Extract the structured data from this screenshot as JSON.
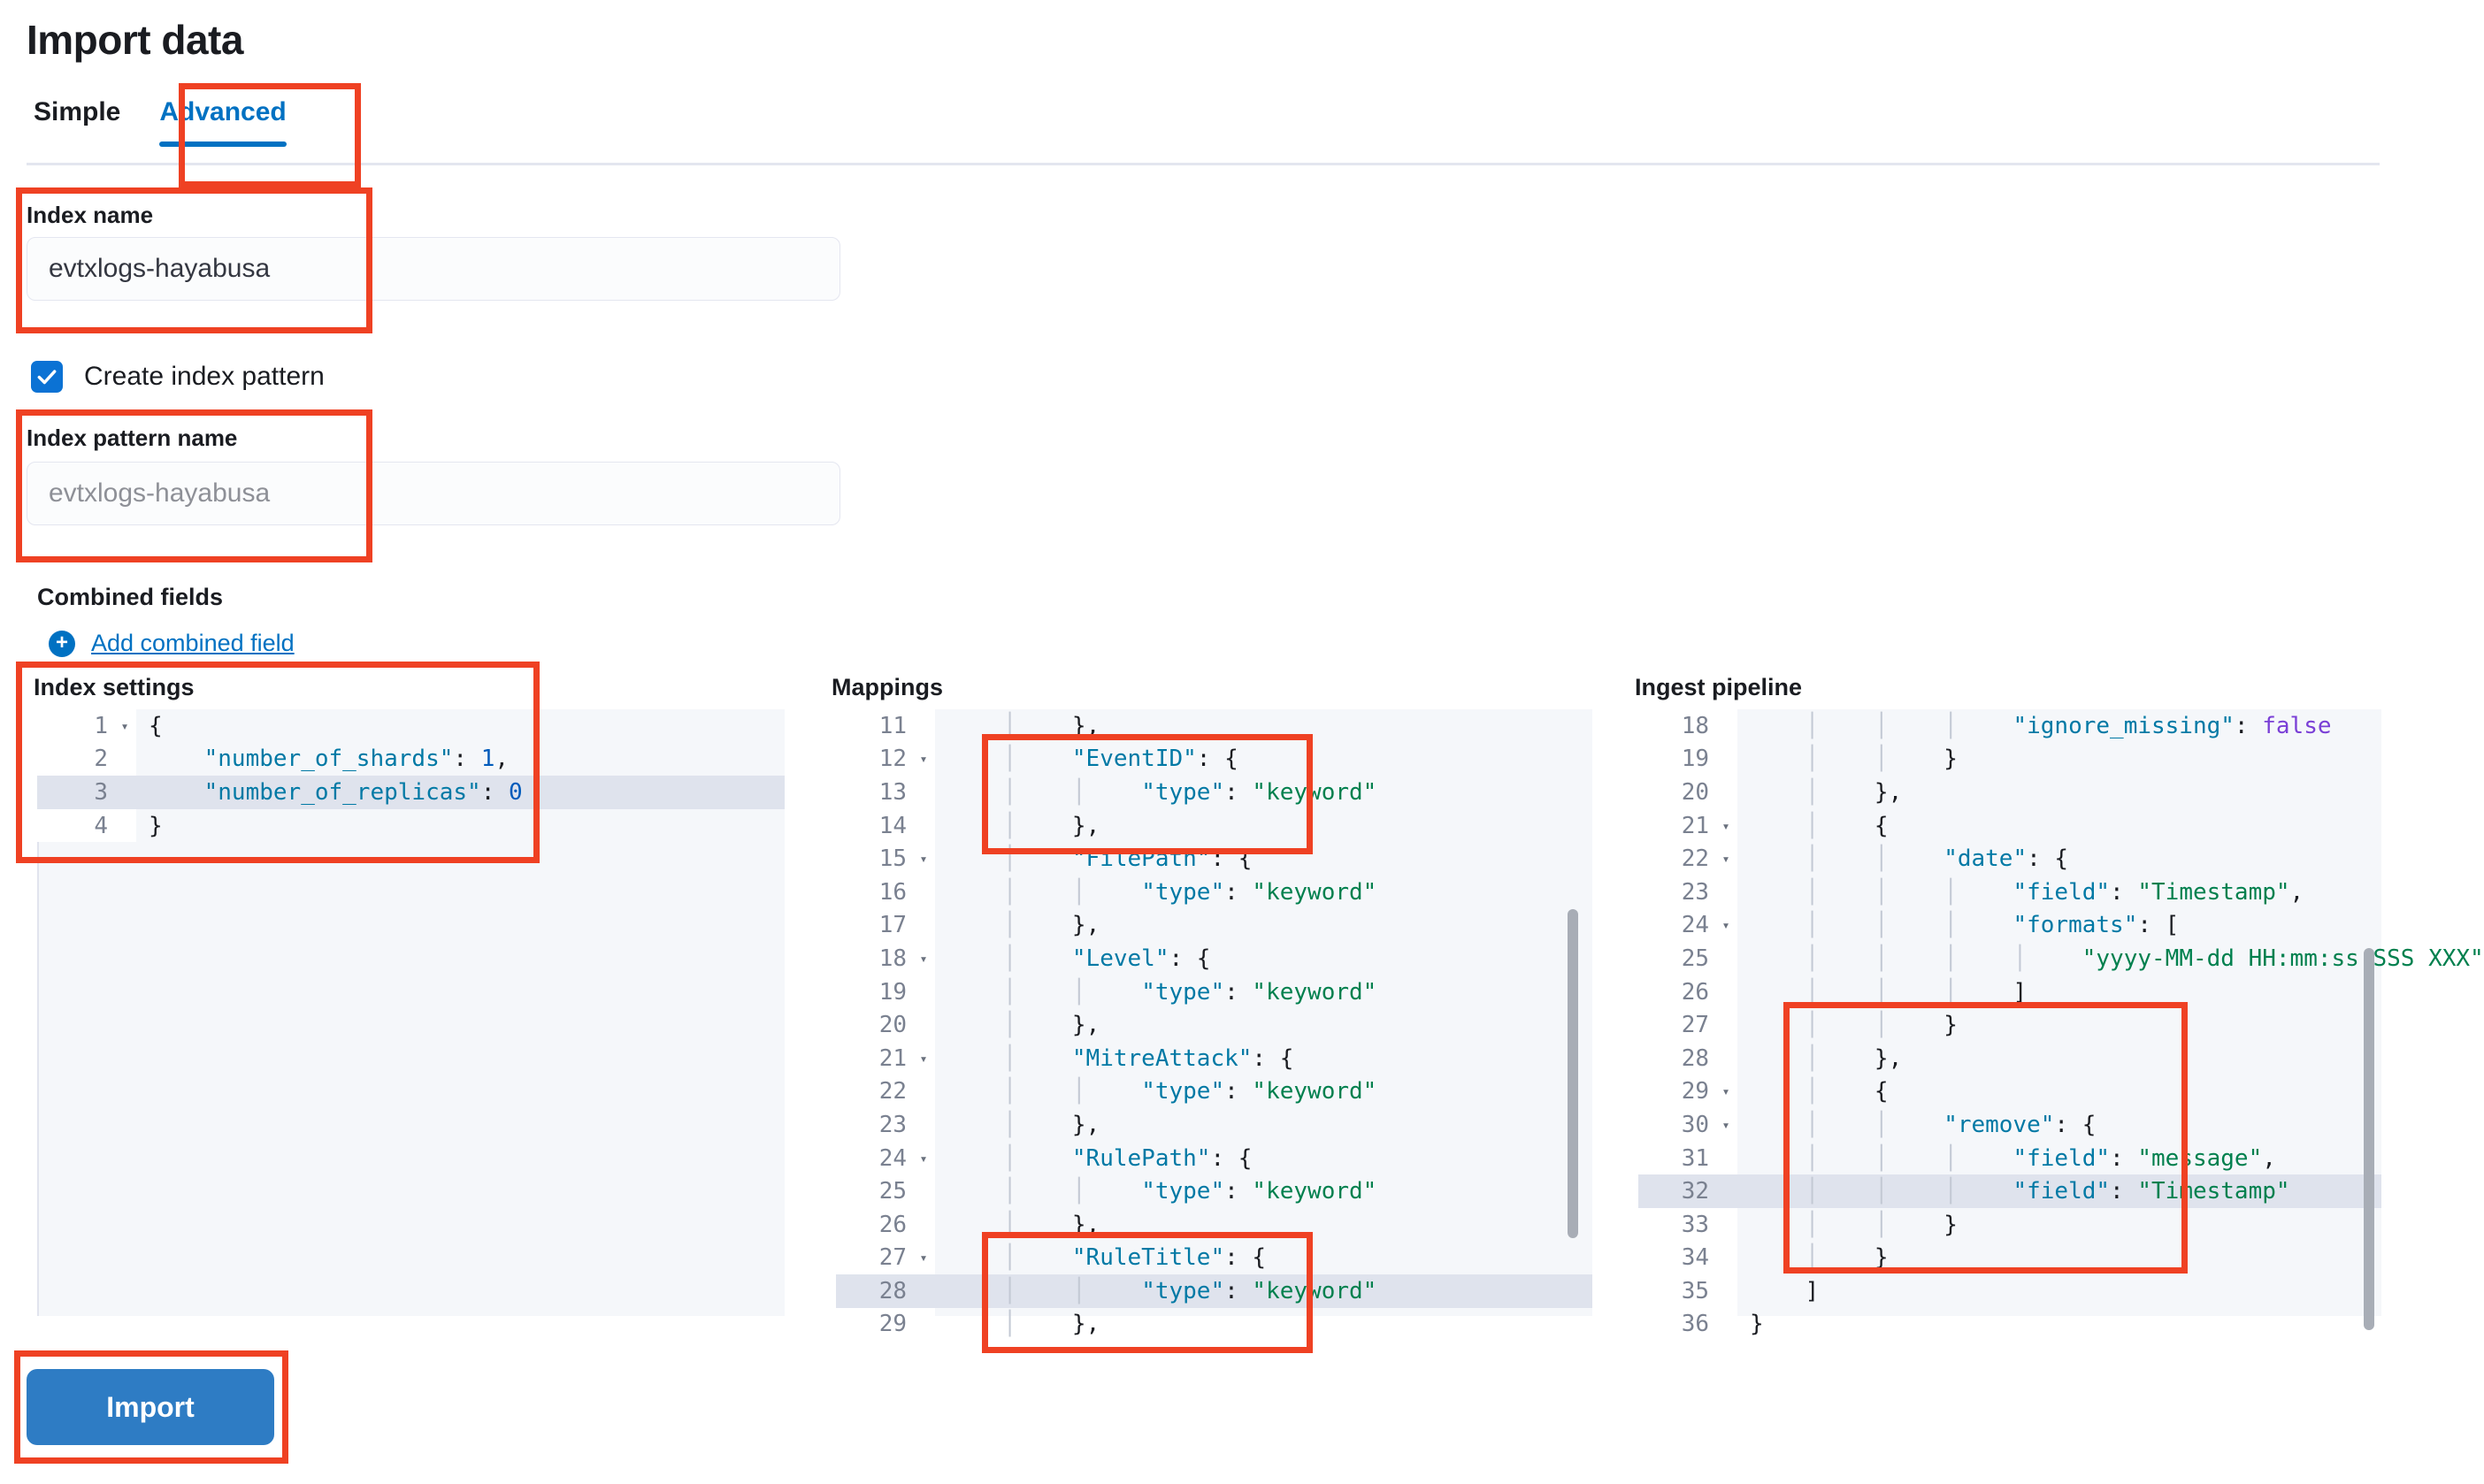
{
  "page": {
    "title": "Import data"
  },
  "tabs": [
    {
      "label": "Simple",
      "active": false
    },
    {
      "label": "Advanced",
      "active": true
    }
  ],
  "form": {
    "index_name": {
      "label": "Index name",
      "value": "evtxlogs-hayabusa"
    },
    "create_index_pattern": {
      "label": "Create index pattern",
      "checked": true
    },
    "index_pattern_name": {
      "label": "Index pattern name",
      "value": "evtxlogs-hayabusa",
      "is_placeholder": true
    },
    "combined_fields": {
      "label": "Combined fields",
      "add_link_label": "Add combined field"
    }
  },
  "editors": {
    "index_settings": {
      "title": "Index settings",
      "highlighted_line": 3,
      "lines": [
        {
          "n": "1",
          "fold": true,
          "code": "{"
        },
        {
          "n": "2",
          "fold": false,
          "code": "    \"number_of_shards\": 1,"
        },
        {
          "n": "3",
          "fold": false,
          "code": "    \"number_of_replicas\": 0"
        },
        {
          "n": "4",
          "fold": false,
          "code": "}"
        }
      ]
    },
    "mappings": {
      "title": "Mappings",
      "highlighted_line": 28,
      "lines": [
        {
          "n": "11",
          "fold": false,
          "code": "    │    },"
        },
        {
          "n": "12",
          "fold": true,
          "code": "    │    \"EventID\": {"
        },
        {
          "n": "13",
          "fold": false,
          "code": "    │    │    \"type\": \"keyword\""
        },
        {
          "n": "14",
          "fold": false,
          "code": "    │    },"
        },
        {
          "n": "15",
          "fold": true,
          "code": "    │    \"FilePath\": {"
        },
        {
          "n": "16",
          "fold": false,
          "code": "    │    │    \"type\": \"keyword\""
        },
        {
          "n": "17",
          "fold": false,
          "code": "    │    },"
        },
        {
          "n": "18",
          "fold": true,
          "code": "    │    \"Level\": {"
        },
        {
          "n": "19",
          "fold": false,
          "code": "    │    │    \"type\": \"keyword\""
        },
        {
          "n": "20",
          "fold": false,
          "code": "    │    },"
        },
        {
          "n": "21",
          "fold": true,
          "code": "    │    \"MitreAttack\": {"
        },
        {
          "n": "22",
          "fold": false,
          "code": "    │    │    \"type\": \"keyword\""
        },
        {
          "n": "23",
          "fold": false,
          "code": "    │    },"
        },
        {
          "n": "24",
          "fold": true,
          "code": "    │    \"RulePath\": {"
        },
        {
          "n": "25",
          "fold": false,
          "code": "    │    │    \"type\": \"keyword\""
        },
        {
          "n": "26",
          "fold": false,
          "code": "    │    },"
        },
        {
          "n": "27",
          "fold": true,
          "code": "    │    \"RuleTitle\": {"
        },
        {
          "n": "28",
          "fold": false,
          "code": "    │    │    \"type\": \"keyword\""
        },
        {
          "n": "29",
          "fold": false,
          "code": "    │    },"
        }
      ]
    },
    "ingest_pipeline": {
      "title": "Ingest pipeline",
      "highlighted_line": 32,
      "lines": [
        {
          "n": "18",
          "fold": false,
          "code": "    │    │    │    \"ignore_missing\": false"
        },
        {
          "n": "19",
          "fold": false,
          "code": "    │    │    }"
        },
        {
          "n": "20",
          "fold": false,
          "code": "    │    },"
        },
        {
          "n": "21",
          "fold": true,
          "code": "    │    {"
        },
        {
          "n": "22",
          "fold": true,
          "code": "    │    │    \"date\": {"
        },
        {
          "n": "23",
          "fold": false,
          "code": "    │    │    │    \"field\": \"Timestamp\","
        },
        {
          "n": "24",
          "fold": true,
          "code": "    │    │    │    \"formats\": ["
        },
        {
          "n": "25",
          "fold": false,
          "code": "    │    │    │    │    \"yyyy-MM-dd HH:mm:ss.SSS XXX\""
        },
        {
          "n": "26",
          "fold": false,
          "code": "    │    │    │    ]"
        },
        {
          "n": "27",
          "fold": false,
          "code": "    │    │    }"
        },
        {
          "n": "28",
          "fold": false,
          "code": "    │    },"
        },
        {
          "n": "29",
          "fold": true,
          "code": "    │    {"
        },
        {
          "n": "30",
          "fold": true,
          "code": "    │    │    \"remove\": {"
        },
        {
          "n": "31",
          "fold": false,
          "code": "    │    │    │    \"field\": \"message\","
        },
        {
          "n": "32",
          "fold": false,
          "code": "    │    │    │    \"field\": \"Timestamp\""
        },
        {
          "n": "33",
          "fold": false,
          "code": "    │    │    }"
        },
        {
          "n": "34",
          "fold": false,
          "code": "    │    }"
        },
        {
          "n": "35",
          "fold": false,
          "code": "    ]"
        },
        {
          "n": "36",
          "fold": false,
          "code": "}"
        }
      ]
    }
  },
  "actions": {
    "import_label": "Import"
  },
  "colors": {
    "accent": "#0071c2",
    "annotation": "#ef4123",
    "button": "#2e7cc4",
    "checkbox": "#0b72d4"
  }
}
